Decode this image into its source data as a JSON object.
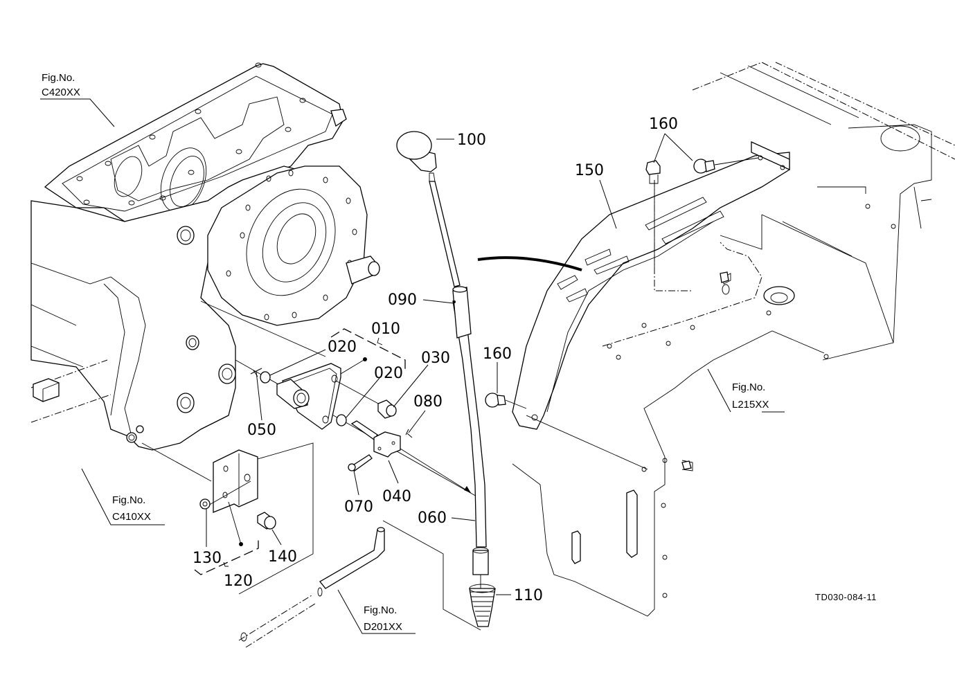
{
  "diagram": {
    "drawing_code": "TD030-084-11",
    "figure_refs": [
      {
        "id": "fig-c420",
        "line1": "Fig.No.",
        "line2": "C420XX"
      },
      {
        "id": "fig-c410",
        "line1": "Fig.No.",
        "line2": "C410XX"
      },
      {
        "id": "fig-d201",
        "line1": "Fig.No.",
        "line2": "D201XX"
      },
      {
        "id": "fig-l215",
        "line1": "Fig.No.",
        "line2": "L215XX"
      }
    ],
    "part_labels": {
      "p010": "010",
      "p020a": "020",
      "p020b": "020",
      "p030": "030",
      "p040": "040",
      "p050": "050",
      "p060": "060",
      "p070": "070",
      "p080": "080",
      "p090": "090",
      "p100": "100",
      "p110": "110",
      "p120": "120",
      "p130": "130",
      "p140": "140",
      "p150": "150",
      "p160a": "160",
      "p160b": "160"
    }
  }
}
